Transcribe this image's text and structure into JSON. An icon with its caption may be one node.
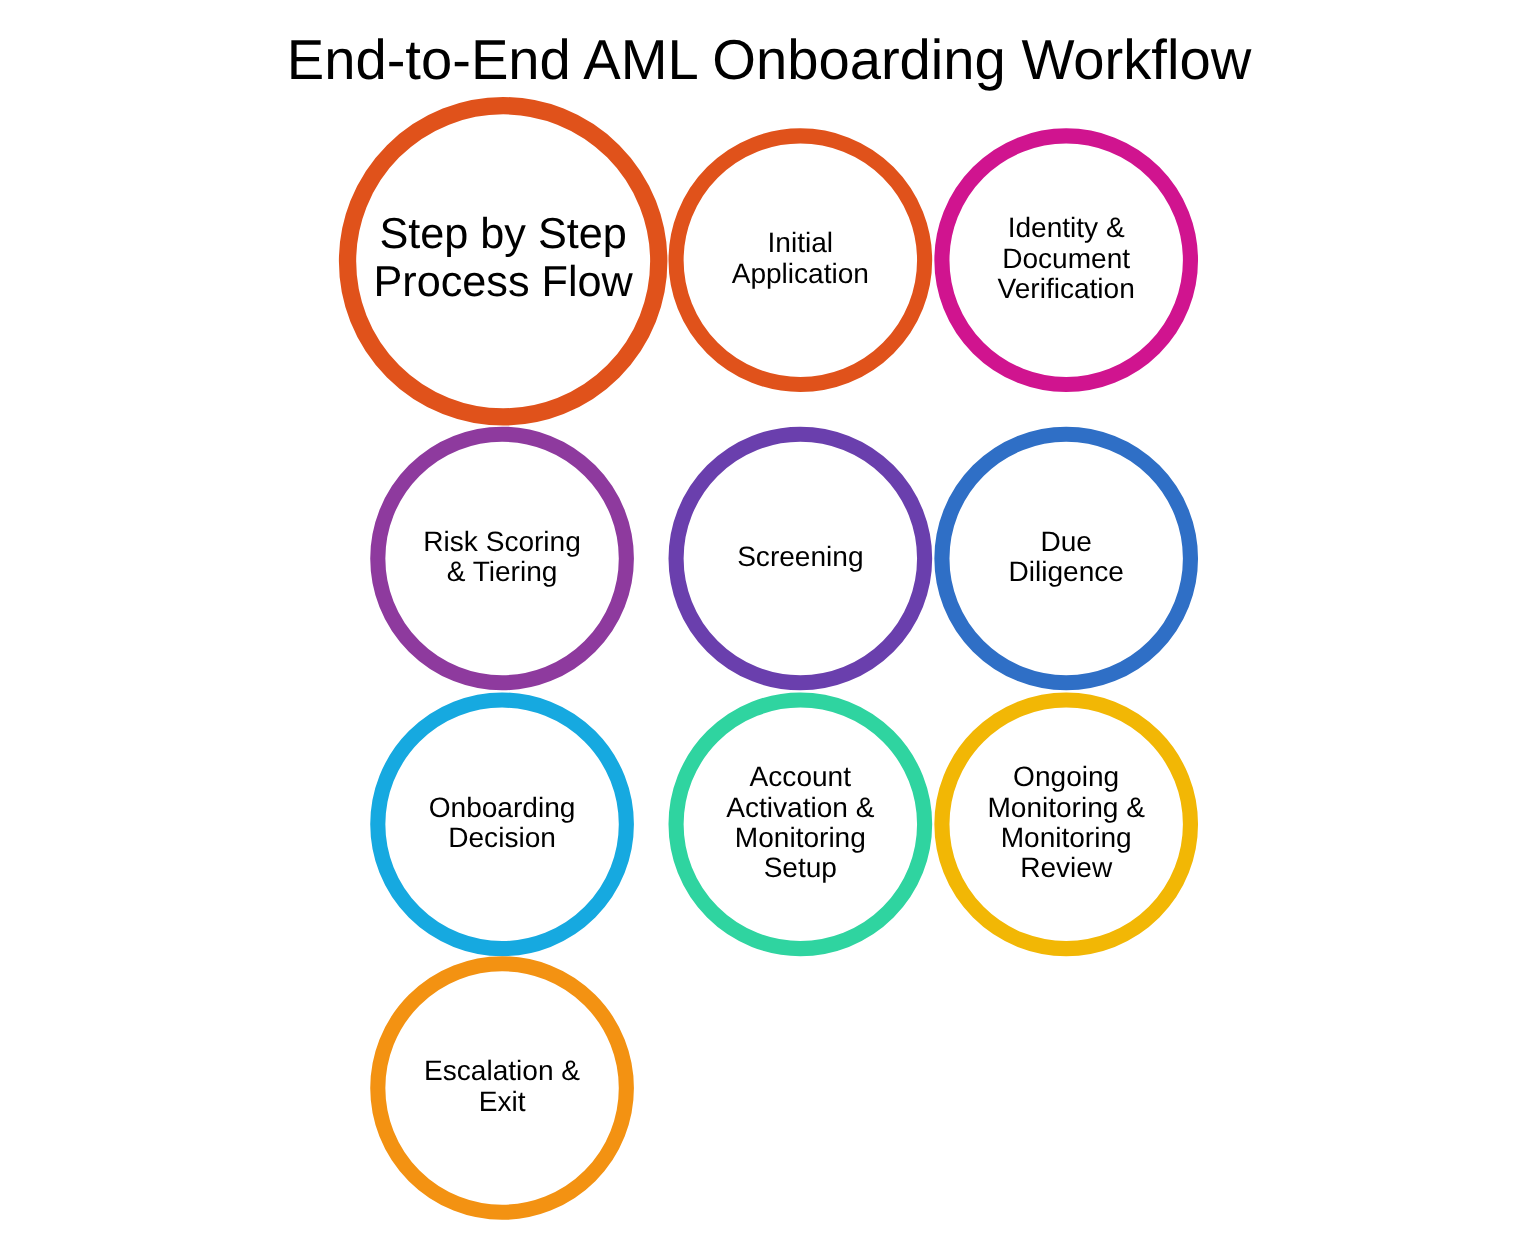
{
  "diagram": {
    "title": "End-to-End AML Onboarding Workflow",
    "nodes": [
      {
        "text": [
          "Step by Step Process Flow"
        ]
      },
      {
        "text": [
          "Initial Application"
        ]
      },
      {
        "text": [
          "Identity & Document Verification"
        ]
      },
      {
        "text": [
          "Risk Scoring & Tiering"
        ]
      },
      {
        "text": [
          "Screening"
        ]
      },
      {
        "text": [
          "Due Diligence"
        ]
      },
      {
        "text": [
          "Onboarding Decision"
        ]
      },
      {
        "text": [
          "Account Activation & Monitoring Setup"
        ]
      },
      {
        "text": [
          "Ongoing Monitoring & Monitoring Review"
        ]
      },
      {
        "text": [
          "Escalation & Exit"
        ]
      }
    ],
    "edges": []
  }
}
